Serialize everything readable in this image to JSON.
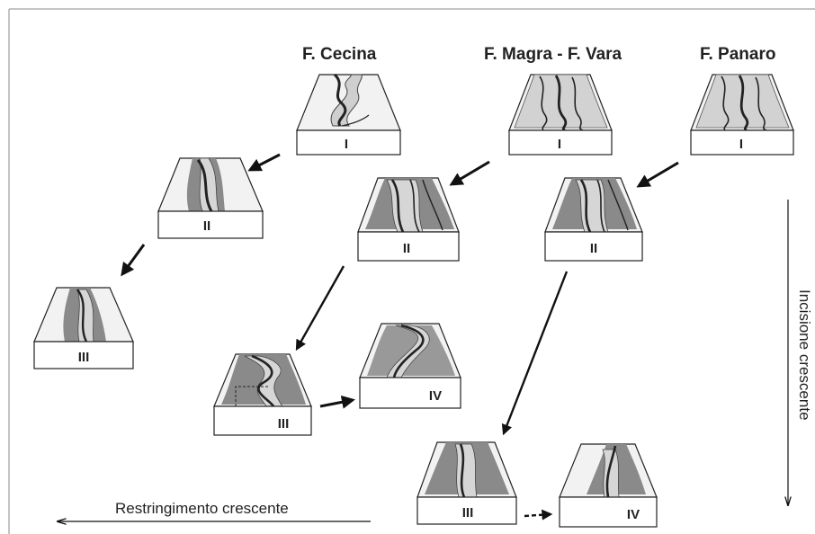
{
  "columns": [
    {
      "title": "F. Cecina"
    },
    {
      "title": "F. Magra - F. Vara"
    },
    {
      "title": "F. Panaro"
    }
  ],
  "stages": {
    "cecina": [
      "I",
      "II",
      "III"
    ],
    "magra": [
      "I",
      "II",
      "III",
      "IV"
    ],
    "panaro": [
      "I",
      "II",
      "III",
      "IV"
    ]
  },
  "axes": {
    "vertical": "Incisione crescente",
    "horizontal": "Restringimento crescente"
  },
  "colors": {
    "box_face": "#ffffff",
    "box_top": "#f2f2f2",
    "corridor": "#8a8a8a",
    "channel_light": "#d0d0d0",
    "channel": "#2a2a2a"
  }
}
